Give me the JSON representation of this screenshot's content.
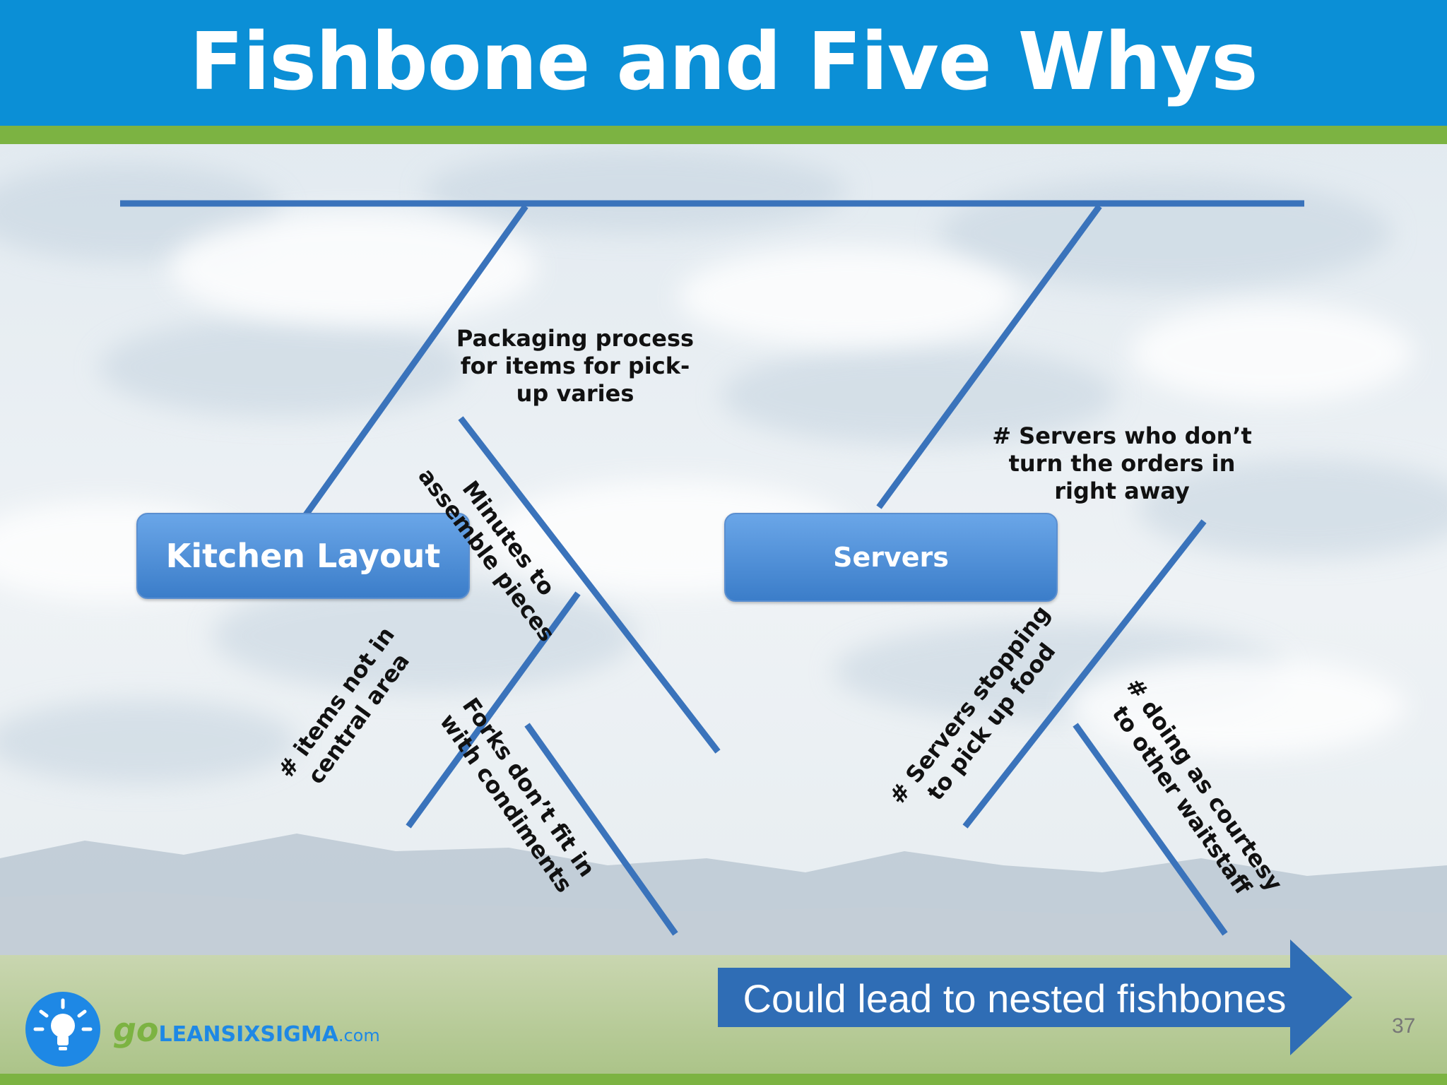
{
  "slide": {
    "title": "Fishbone and Five Whys",
    "page_number": "37"
  },
  "diagram": {
    "categories": [
      "Kitchen Layout",
      "Servers"
    ],
    "causes": {
      "packaging": "Packaging process\nfor items for pick-\nup varies",
      "minutes": "Minutes to\nassemble pieces",
      "items_not_central": "# items not in\ncentral area",
      "forks": "Forks don’t fit in\nwith condiments",
      "servers_orders": "# Servers who don’t\nturn the orders in\nright away",
      "servers_stopping": "# Servers stopping\nto pick up food",
      "courtesy": "# doing as courtesy\nto other waitstaff"
    }
  },
  "callout": {
    "text": "Could lead to nested fishbones"
  },
  "branding": {
    "logo_go": "go",
    "logo_main": "LEANSIXSIGMA",
    "logo_suffix": ".com"
  },
  "colors": {
    "header_blue": "#0b8fd6",
    "accent_green": "#7cb342",
    "line_blue": "#3a73bb",
    "box_blue": "#4a8ad6",
    "arrow_blue": "#2f6db5"
  }
}
